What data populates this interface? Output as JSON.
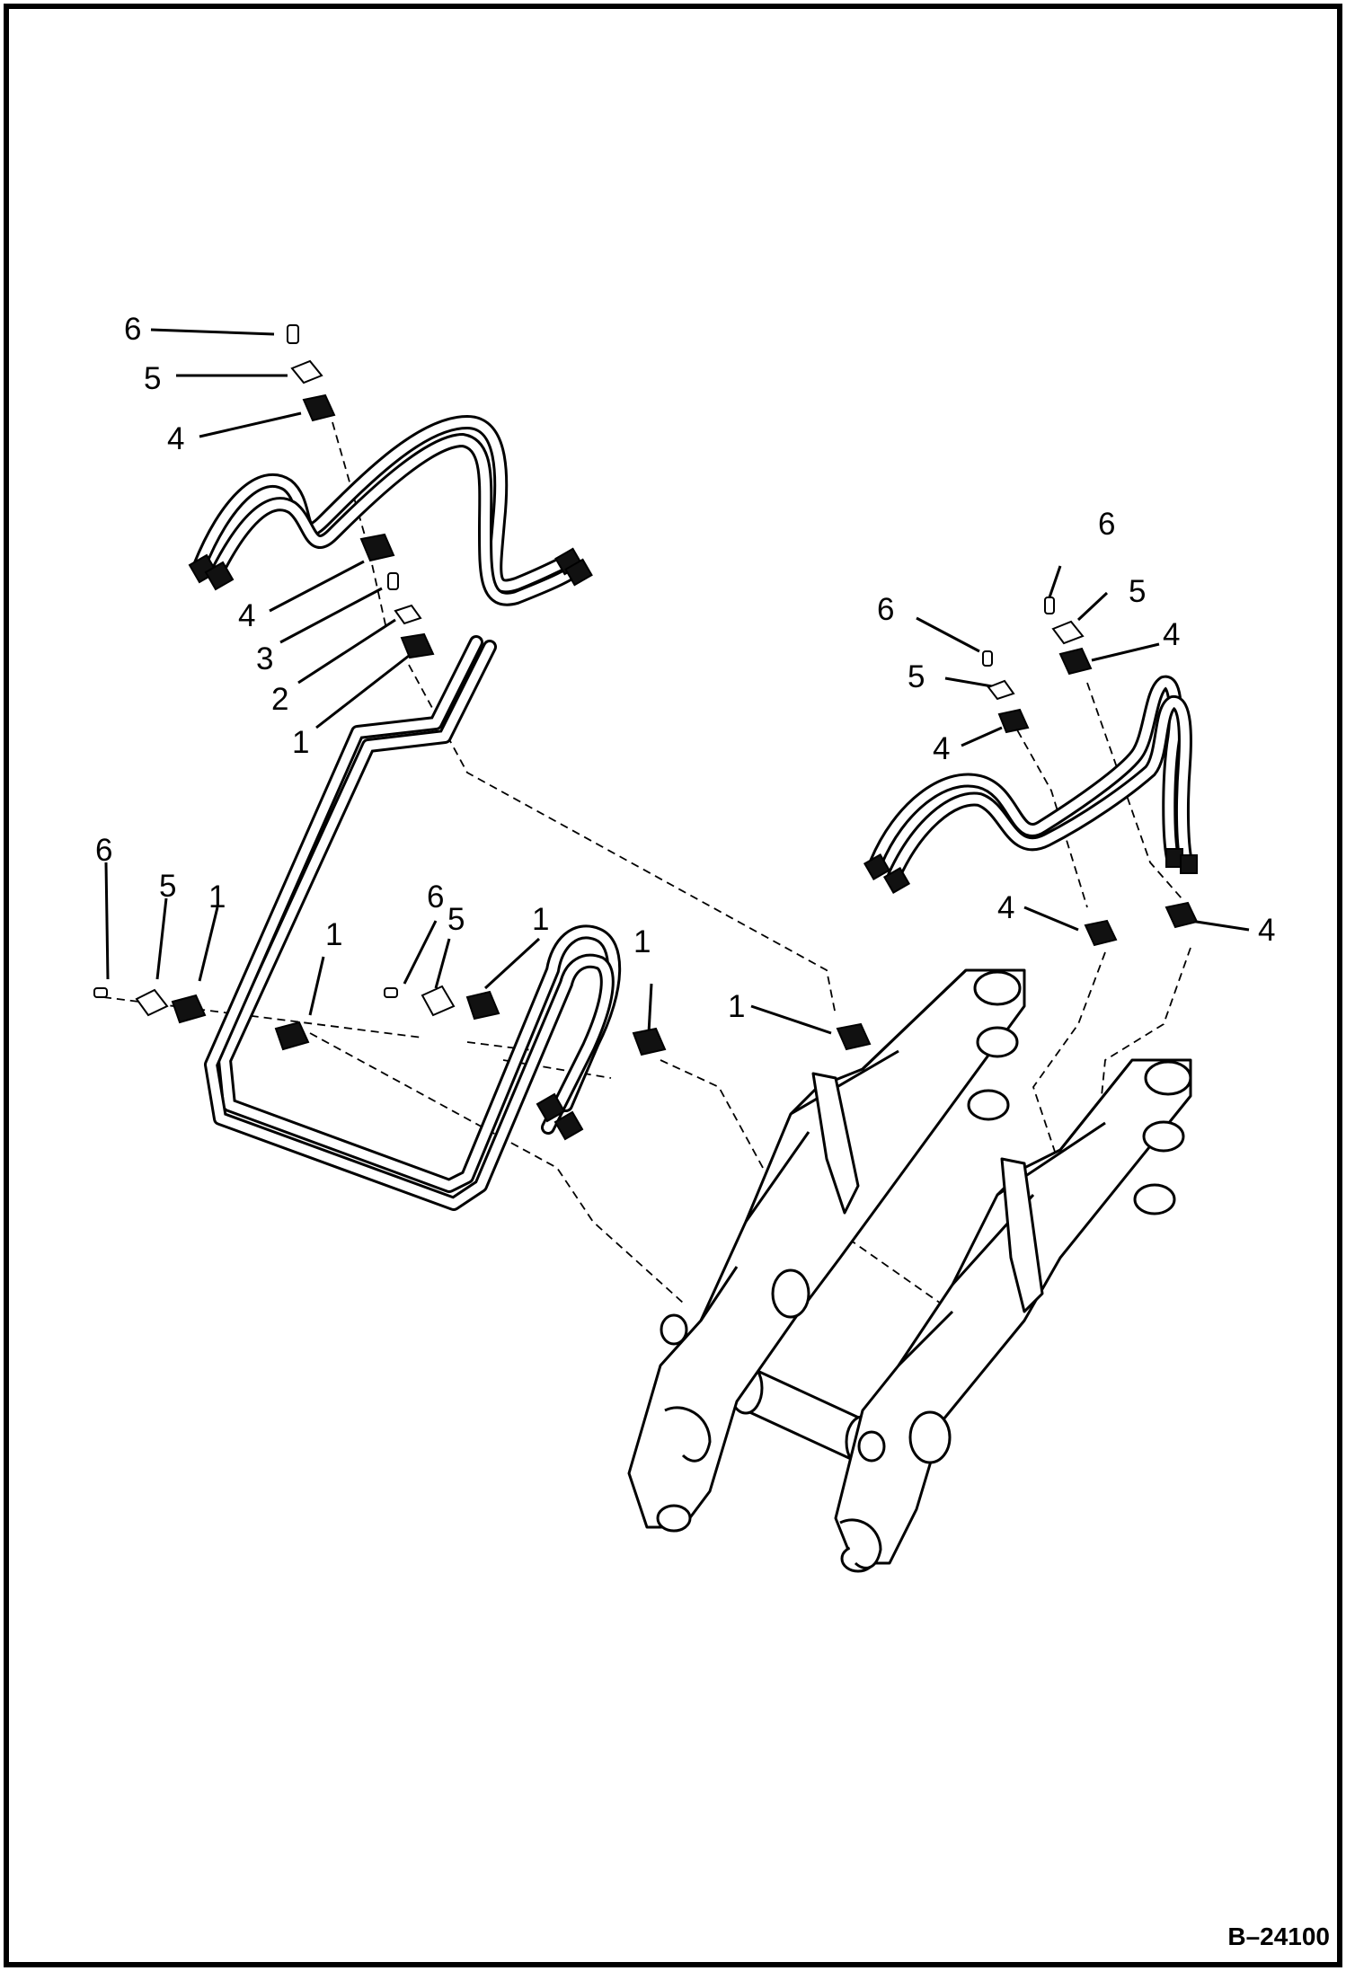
{
  "figure_id": "B–24100",
  "callouts": [
    {
      "id": "c01",
      "text": "6"
    },
    {
      "id": "c02",
      "text": "5"
    },
    {
      "id": "c03",
      "text": "4"
    },
    {
      "id": "c04",
      "text": "4"
    },
    {
      "id": "c05",
      "text": "3"
    },
    {
      "id": "c06",
      "text": "2"
    },
    {
      "id": "c07",
      "text": "1"
    },
    {
      "id": "c08",
      "text": "6"
    },
    {
      "id": "c09",
      "text": "5"
    },
    {
      "id": "c10",
      "text": "4"
    },
    {
      "id": "c11",
      "text": "6"
    },
    {
      "id": "c12",
      "text": "5"
    },
    {
      "id": "c13",
      "text": "4"
    },
    {
      "id": "c14",
      "text": "4"
    },
    {
      "id": "c15",
      "text": "4"
    },
    {
      "id": "c16",
      "text": "6"
    },
    {
      "id": "c17",
      "text": "5"
    },
    {
      "id": "c18",
      "text": "1"
    },
    {
      "id": "c19",
      "text": "1"
    },
    {
      "id": "c20",
      "text": "6"
    },
    {
      "id": "c21",
      "text": "5"
    },
    {
      "id": "c22",
      "text": "1"
    },
    {
      "id": "c23",
      "text": "1"
    },
    {
      "id": "c24",
      "text": "1"
    }
  ]
}
